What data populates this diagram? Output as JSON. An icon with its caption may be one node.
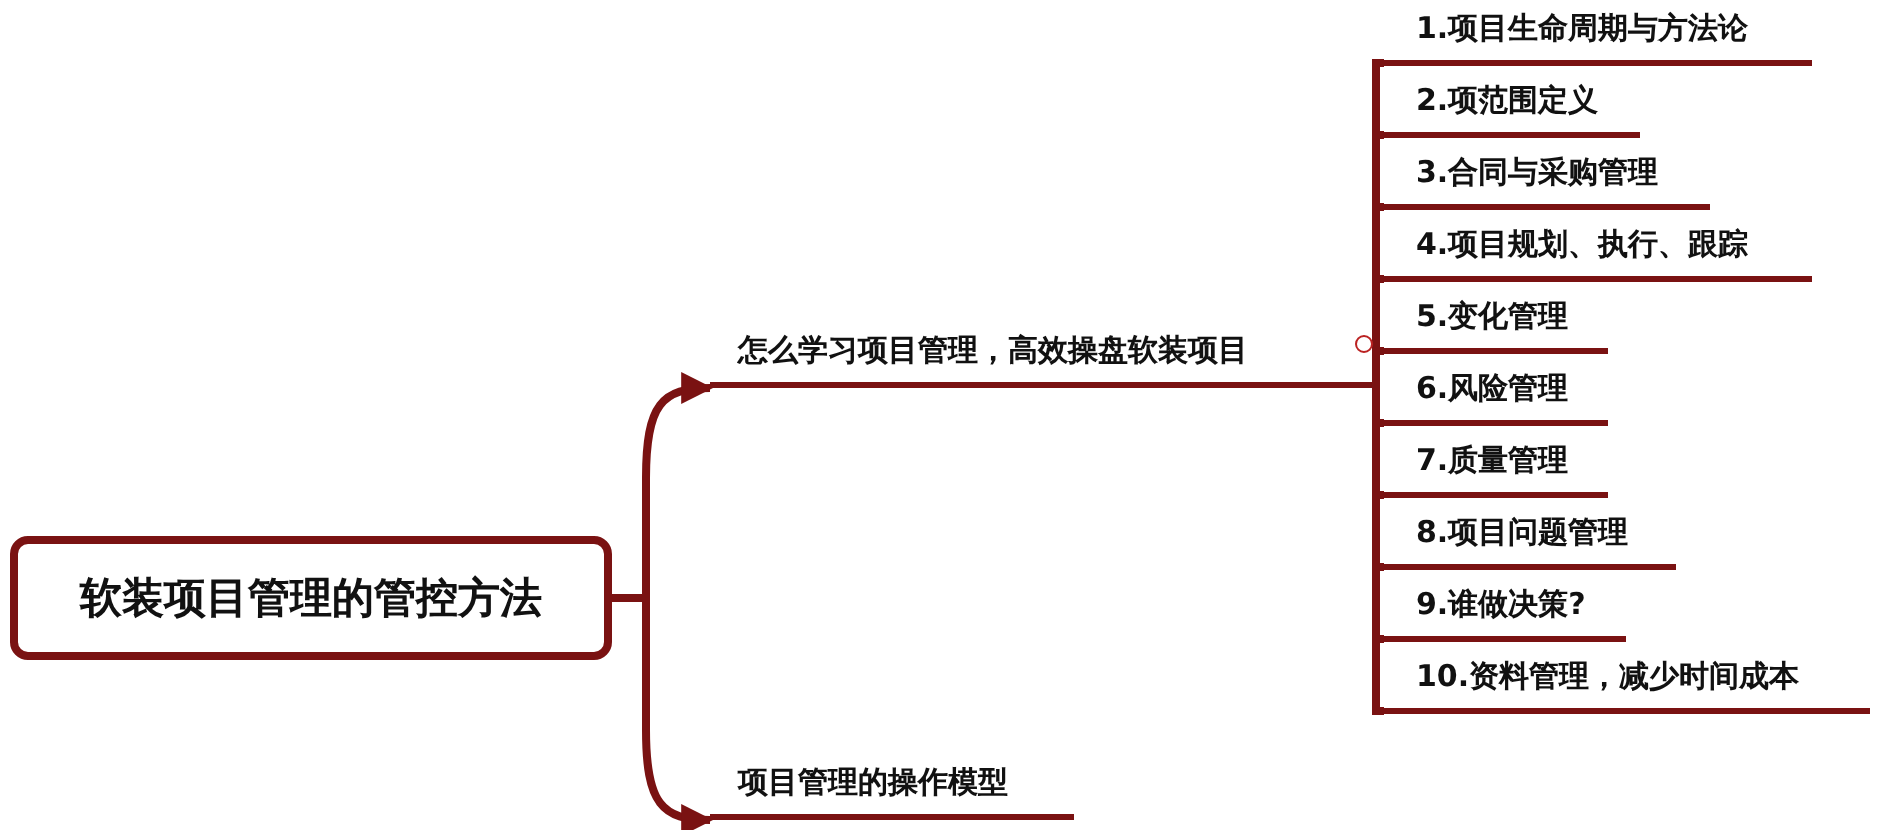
{
  "diagram": {
    "nodes": [
      {
        "text": [
          "软装项目管理的管控方法"
        ]
      },
      {
        "text": [
          "怎么学习项目管理，高效操盘软装项目"
        ]
      },
      {
        "text": [
          "项目管理的操作模型"
        ]
      },
      {
        "text": [
          "1.项目生命周期与方法论"
        ]
      },
      {
        "text": [
          "2.项范围定义"
        ]
      },
      {
        "text": [
          "3.合同与采购管理"
        ]
      },
      {
        "text": [
          "4.项目规划、执行、跟踪"
        ]
      },
      {
        "text": [
          "5.变化管理"
        ]
      },
      {
        "text": [
          "6.风险管理"
        ]
      },
      {
        "text": [
          "7.质量管理"
        ]
      },
      {
        "text": [
          "8.项目问题管理"
        ]
      },
      {
        "text": [
          "9.谁做决策?"
        ]
      },
      {
        "text": [
          "10.资料管理，减少时间成本"
        ]
      }
    ],
    "edges": [
      {
        "from": 0,
        "to": 1,
        "arrow": "to"
      },
      {
        "from": 0,
        "to": 2,
        "arrow": "to"
      },
      {
        "from": 1,
        "to": 3,
        "arrow": "none"
      },
      {
        "from": 1,
        "to": 4,
        "arrow": "none"
      },
      {
        "from": 1,
        "to": 5,
        "arrow": "none"
      },
      {
        "from": 1,
        "to": 6,
        "arrow": "none"
      },
      {
        "from": 1,
        "to": 7,
        "arrow": "none"
      },
      {
        "from": 1,
        "to": 8,
        "arrow": "none"
      },
      {
        "from": 1,
        "to": 9,
        "arrow": "none"
      },
      {
        "from": 1,
        "to": 10,
        "arrow": "none"
      },
      {
        "from": 1,
        "to": 11,
        "arrow": "none"
      },
      {
        "from": 1,
        "to": 12,
        "arrow": "none"
      }
    ]
  }
}
